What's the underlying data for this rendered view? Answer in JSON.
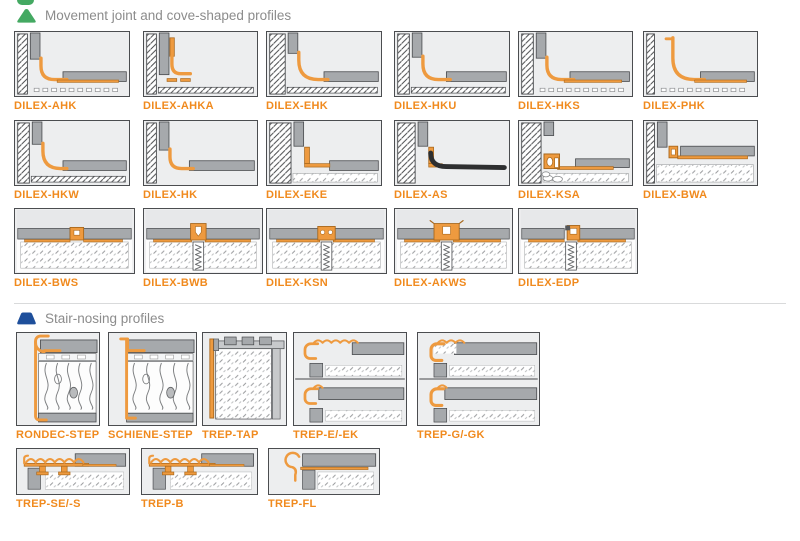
{
  "colors": {
    "accent_orange": "#F08A1E",
    "header_gray": "#8C8C8C",
    "section1_icon_green": "#44A962",
    "section2_icon_blue": "#1E4F9B",
    "divider_gray": "#D9DADB"
  },
  "sections": [
    {
      "id": "movement-joint",
      "icon": "green-triangle-icon",
      "title": "Movement joint and cove-shaped profiles",
      "rows": [
        {
          "tiles": [
            {
              "label": "DILEX-AHK",
              "art": "wall-floor-cove-corner"
            },
            {
              "label": "DILEX-AHKA",
              "art": "wall-cove-corner"
            },
            {
              "label": "DILEX-EHK",
              "art": "wall-floor-cove-corner"
            },
            {
              "label": "DILEX-HKU",
              "art": "wall-floor-cove-corner"
            },
            {
              "label": "DILEX-HKS",
              "art": "wall-floor-cove-corner"
            },
            {
              "label": "DILEX-PHK",
              "art": "wall-floor-cove-corner"
            }
          ]
        },
        {
          "tiles": [
            {
              "label": "DILEX-HKW",
              "art": "wall-floor-cove-corner"
            },
            {
              "label": "DILEX-HK",
              "art": "wall-floor-cove-corner"
            },
            {
              "label": "DILEX-EKE",
              "art": "wall-floor-movement-joint-corner"
            },
            {
              "label": "DILEX-AS",
              "art": "wall-floor-movement-joint-corner"
            },
            {
              "label": "DILEX-KSA",
              "art": "wall-floor-movement-joint-corner"
            },
            {
              "label": "DILEX-BWA",
              "art": "wall-floor-movement-joint-corner"
            }
          ]
        },
        {
          "tiles": [
            {
              "label": "DILEX-BWS",
              "art": "floor-movement-joint"
            },
            {
              "label": "DILEX-BWB",
              "art": "floor-movement-joint"
            },
            {
              "label": "DILEX-KSN",
              "art": "floor-movement-joint"
            },
            {
              "label": "DILEX-AKWS",
              "art": "floor-movement-joint"
            },
            {
              "label": "DILEX-EDP",
              "art": "floor-movement-joint"
            }
          ]
        }
      ]
    },
    {
      "id": "stair-nosing",
      "icon": "blue-trapezoid-icon",
      "title": "Stair-nosing profiles",
      "rows": [
        {
          "tiles": [
            {
              "label": "RONDEC-STEP",
              "art": "stair-nosing-wood-substrate"
            },
            {
              "label": "SCHIENE-STEP",
              "art": "stair-nosing-wood-substrate"
            },
            {
              "label": "TREP-TAP",
              "art": "stair-riser-profile"
            },
            {
              "label": "TREP-E/-EK",
              "art": "stair-nosing-two-variants"
            },
            {
              "label": "TREP-G/-GK",
              "art": "stair-nosing-two-variants"
            }
          ]
        },
        {
          "tiles": [
            {
              "label": "TREP-SE/-S",
              "art": "stair-tread-profile"
            },
            {
              "label": "TREP-B",
              "art": "stair-tread-profile"
            },
            {
              "label": "TREP-FL",
              "art": "stair-nosing-profile"
            }
          ]
        }
      ]
    }
  ]
}
